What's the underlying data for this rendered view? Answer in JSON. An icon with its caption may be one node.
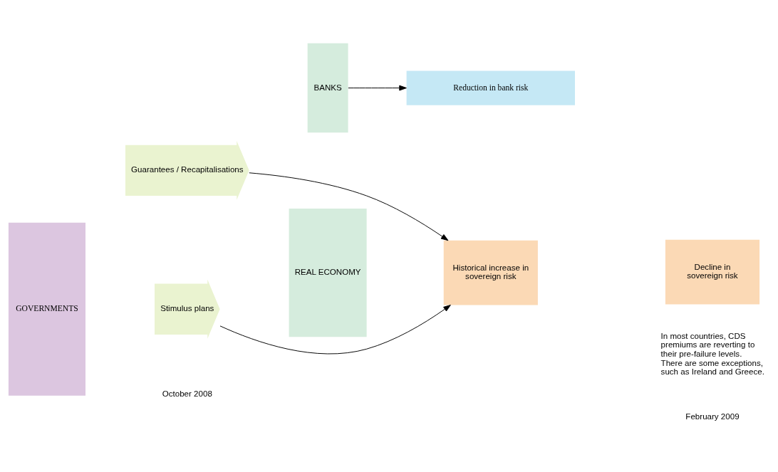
{
  "diagram": {
    "nodes": [
      {
        "text": [
          "GOVERNMENTS"
        ]
      },
      {
        "text": [
          "Guarantees / Recapitalisations"
        ]
      },
      {
        "text": [
          "Stimulus plans"
        ]
      },
      {
        "text": [
          "BANKS"
        ]
      },
      {
        "text": [
          "REAL ECONOMY"
        ]
      },
      {
        "text": [
          "Reduction in bank risk"
        ]
      },
      {
        "text": [
          "Historical increase in sovereign risk"
        ]
      },
      {
        "text": [
          "Decline in sovereign risk"
        ]
      }
    ],
    "edges": [
      {
        "from": 3,
        "to": 5,
        "arrow": "to"
      },
      {
        "from": 1,
        "to": 6,
        "arrow": "to"
      },
      {
        "from": 2,
        "to": 6,
        "arrow": "to"
      }
    ],
    "labels": [
      "In most countries, CDS premiums are reverting to their pre-failure levels. There are some exceptions, such as Ireland and Greece.",
      "October 2008",
      "February 2009"
    ]
  }
}
